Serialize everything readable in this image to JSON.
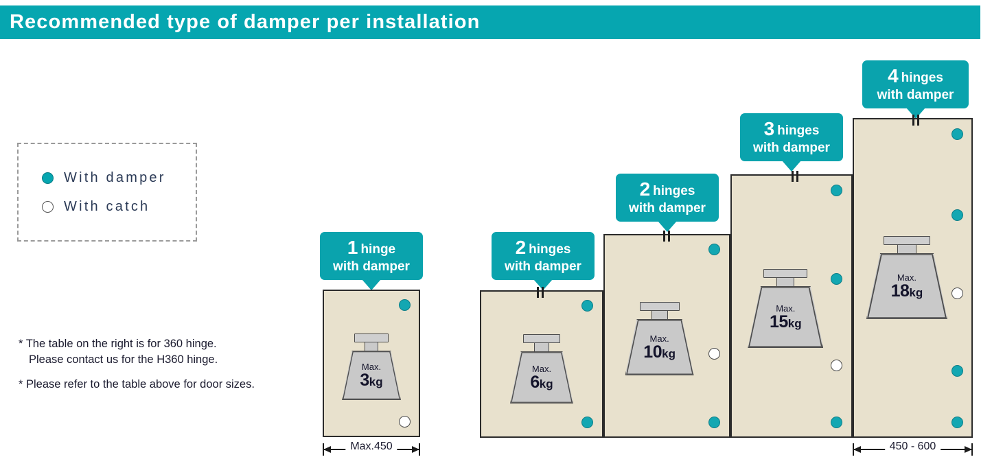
{
  "header": {
    "title": "Recommended type of damper per installation",
    "bar_color": "#06a6b0"
  },
  "legend": {
    "items": [
      {
        "marker": "filled-circle-icon",
        "label": "With damper",
        "color": "#06a6b0"
      },
      {
        "marker": "hollow-circle-icon",
        "label": "With catch",
        "color": "#ffffff"
      }
    ]
  },
  "notes": [
    {
      "lines": [
        "* The table on the right is for 360 hinge.",
        "Please contact us for the H360 hinge."
      ]
    },
    {
      "lines": [
        "* Please refer to the table above for door sizes."
      ]
    }
  ],
  "installations": [
    {
      "id": "panel-1",
      "hinge_count": "1",
      "hinge_word": "hinge",
      "callout_line2": "with damper",
      "weight_max_label": "Max.",
      "weight_value": "3",
      "weight_unit": "kg",
      "damper_dots": 1,
      "catch_dots": 1,
      "dimension": "Max.450"
    },
    {
      "id": "panel-2",
      "hinge_count": "2",
      "hinge_word": "hinges",
      "callout_line2": "with damper",
      "weight_max_label": "Max.",
      "weight_value": "6",
      "weight_unit": "kg",
      "damper_dots": 2,
      "catch_dots": 0,
      "dimension": ""
    },
    {
      "id": "panel-3",
      "hinge_count": "2",
      "hinge_word": "hinges",
      "callout_line2": "with damper",
      "weight_max_label": "Max.",
      "weight_value": "10",
      "weight_unit": "kg",
      "damper_dots": 2,
      "catch_dots": 1,
      "dimension": ""
    },
    {
      "id": "panel-4",
      "hinge_count": "3",
      "hinge_word": "hinges",
      "callout_line2": "with damper",
      "weight_max_label": "Max.",
      "weight_value": "15",
      "weight_unit": "kg",
      "damper_dots": 3,
      "catch_dots": 1,
      "dimension": ""
    },
    {
      "id": "panel-5",
      "hinge_count": "4",
      "hinge_word": "hinges",
      "callout_line2": "with damper",
      "weight_max_label": "Max.",
      "weight_value": "18",
      "weight_unit": "kg",
      "damper_dots": 4,
      "catch_dots": 1,
      "dimension": "450 - 600"
    }
  ],
  "colors": {
    "teal": "#06a6b0",
    "door_fill": "#e8e1cd",
    "weight_fill": "#c9c9c9",
    "outline": "#2b2b2b"
  }
}
